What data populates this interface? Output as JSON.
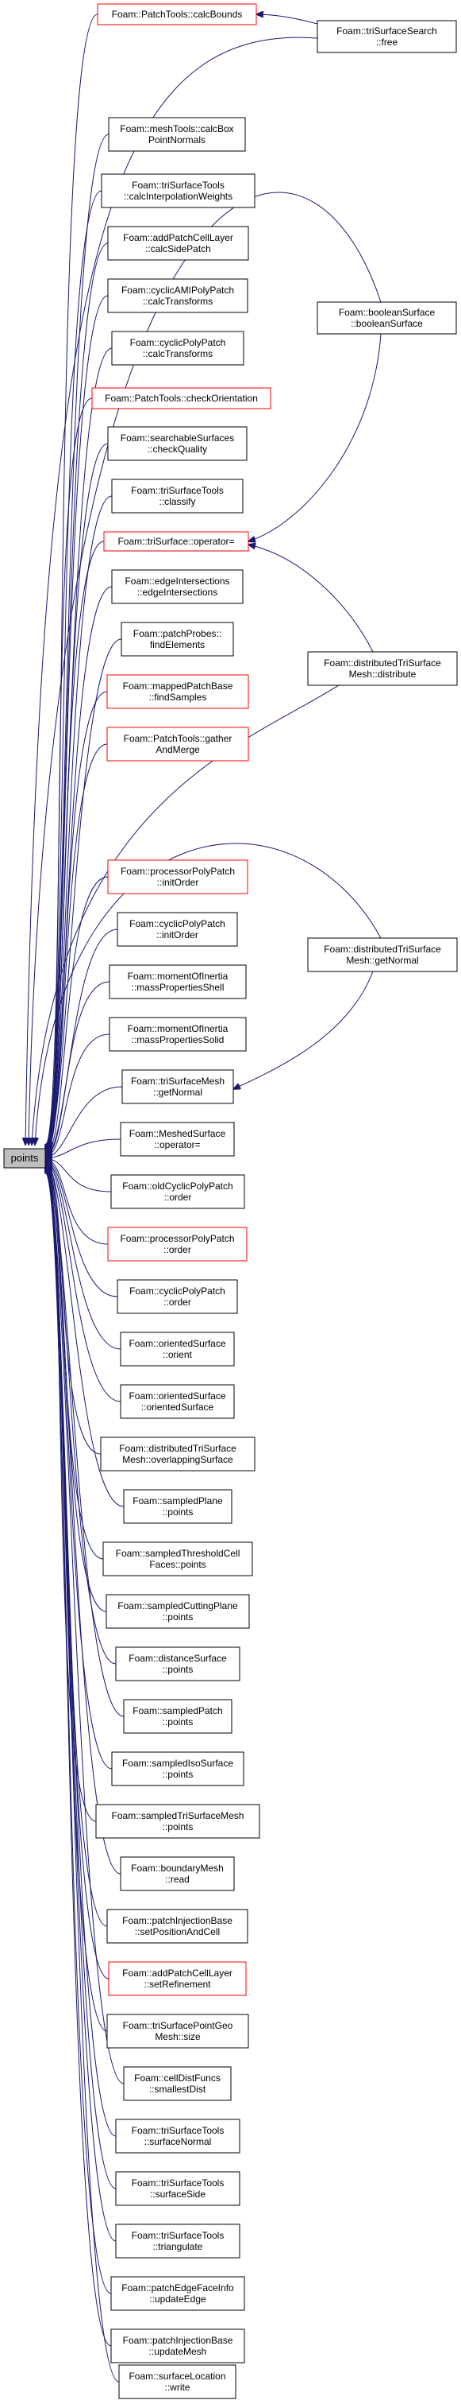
{
  "root": {
    "id": "points",
    "label": "points"
  },
  "nodes": [
    {
      "id": "n0",
      "lines": [
        "Foam::PatchTools::calcBounds"
      ],
      "red": true
    },
    {
      "id": "n1",
      "lines": [
        "Foam::triSurfaceSearch",
        "::free"
      ],
      "red": false
    },
    {
      "id": "n2",
      "lines": [
        "Foam::meshTools::calcBox",
        "PointNormals"
      ],
      "red": false
    },
    {
      "id": "n3",
      "lines": [
        "Foam::triSurfaceTools",
        "::calcInterpolationWeights"
      ],
      "red": false
    },
    {
      "id": "n4",
      "lines": [
        "Foam::addPatchCellLayer",
        "::calcSidePatch"
      ],
      "red": false
    },
    {
      "id": "n5",
      "lines": [
        "Foam::cyclicAMIPolyPatch",
        "::calcTransforms"
      ],
      "red": false
    },
    {
      "id": "n6",
      "lines": [
        "Foam::booleanSurface",
        "::booleanSurface"
      ],
      "red": false
    },
    {
      "id": "n7",
      "lines": [
        "Foam::cyclicPolyPatch",
        "::calcTransforms"
      ],
      "red": false
    },
    {
      "id": "n8",
      "lines": [
        "Foam::PatchTools::checkOrientation"
      ],
      "red": true
    },
    {
      "id": "n9",
      "lines": [
        "Foam::searchableSurfaces",
        "::checkQuality"
      ],
      "red": false
    },
    {
      "id": "n10",
      "lines": [
        "Foam::triSurfaceTools",
        "::classify"
      ],
      "red": false
    },
    {
      "id": "n11",
      "lines": [
        "Foam::triSurface::operator="
      ],
      "red": true
    },
    {
      "id": "n12",
      "lines": [
        "Foam::edgeIntersections",
        "::edgeIntersections"
      ],
      "red": false
    },
    {
      "id": "n13",
      "lines": [
        "Foam::distributedTriSurface",
        "Mesh::distribute"
      ],
      "red": false
    },
    {
      "id": "n14",
      "lines": [
        "Foam::patchProbes::",
        "findElements"
      ],
      "red": false
    },
    {
      "id": "n15",
      "lines": [
        "Foam::mappedPatchBase",
        "::findSamples"
      ],
      "red": true
    },
    {
      "id": "n16",
      "lines": [
        "Foam::PatchTools::gather",
        "AndMerge"
      ],
      "red": true
    },
    {
      "id": "n17",
      "lines": [
        "Foam::processorPolyPatch",
        "::initOrder"
      ],
      "red": true
    },
    {
      "id": "n18",
      "lines": [
        "Foam::cyclicPolyPatch",
        "::initOrder"
      ],
      "red": false
    },
    {
      "id": "n19",
      "lines": [
        "Foam::distributedTriSurface",
        "Mesh::getNormal"
      ],
      "red": false
    },
    {
      "id": "n20",
      "lines": [
        "Foam::momentOfInertia",
        "::massPropertiesShell"
      ],
      "red": false
    },
    {
      "id": "n21",
      "lines": [
        "Foam::momentOfInertia",
        "::massPropertiesSolid"
      ],
      "red": false
    },
    {
      "id": "n22",
      "lines": [
        "Foam::triSurfaceMesh",
        "::getNormal"
      ],
      "red": false
    },
    {
      "id": "n23",
      "lines": [
        "Foam::MeshedSurface",
        "::operator="
      ],
      "red": false
    },
    {
      "id": "n24",
      "lines": [
        "Foam::oldCyclicPolyPatch",
        "::order"
      ],
      "red": false
    },
    {
      "id": "n25",
      "lines": [
        "Foam::processorPolyPatch",
        "::order"
      ],
      "red": true
    },
    {
      "id": "n26",
      "lines": [
        "Foam::cyclicPolyPatch",
        "::order"
      ],
      "red": false
    },
    {
      "id": "n27",
      "lines": [
        "Foam::orientedSurface",
        "::orient"
      ],
      "red": false
    },
    {
      "id": "n28",
      "lines": [
        "Foam::orientedSurface",
        "::orientedSurface"
      ],
      "red": false
    },
    {
      "id": "n29",
      "lines": [
        "Foam::distributedTriSurface",
        "Mesh::overlappingSurface"
      ],
      "red": false
    },
    {
      "id": "n30",
      "lines": [
        "Foam::sampledPlane",
        "::points"
      ],
      "red": false
    },
    {
      "id": "n31",
      "lines": [
        "Foam::sampledThresholdCell",
        "Faces::points"
      ],
      "red": false
    },
    {
      "id": "n32",
      "lines": [
        "Foam::sampledCuttingPlane",
        "::points"
      ],
      "red": false
    },
    {
      "id": "n33",
      "lines": [
        "Foam::distanceSurface",
        "::points"
      ],
      "red": false
    },
    {
      "id": "n34",
      "lines": [
        "Foam::sampledPatch",
        "::points"
      ],
      "red": false
    },
    {
      "id": "n35",
      "lines": [
        "Foam::sampledIsoSurface",
        "::points"
      ],
      "red": false
    },
    {
      "id": "n36",
      "lines": [
        "Foam::sampledTriSurfaceMesh",
        "::points"
      ],
      "red": false
    },
    {
      "id": "n37",
      "lines": [
        "Foam::boundaryMesh",
        "::read"
      ],
      "red": false
    },
    {
      "id": "n38",
      "lines": [
        "Foam::patchInjectionBase",
        "::setPositionAndCell"
      ],
      "red": false
    },
    {
      "id": "n39",
      "lines": [
        "Foam::addPatchCellLayer",
        "::setRefinement"
      ],
      "red": true
    },
    {
      "id": "n40",
      "lines": [
        "Foam::triSurfacePointGeo",
        "Mesh::size"
      ],
      "red": false
    },
    {
      "id": "n41",
      "lines": [
        "Foam::cellDistFuncs",
        "::smallestDist"
      ],
      "red": false
    },
    {
      "id": "n42",
      "lines": [
        "Foam::triSurfaceTools",
        "::surfaceNormal"
      ],
      "red": false
    },
    {
      "id": "n43",
      "lines": [
        "Foam::triSurfaceTools",
        "::surfaceSide"
      ],
      "red": false
    },
    {
      "id": "n44",
      "lines": [
        "Foam::triSurfaceTools",
        "::triangulate"
      ],
      "red": false
    },
    {
      "id": "n45",
      "lines": [
        "Foam::patchEdgeFaceInfo",
        "::updateEdge"
      ],
      "red": false
    },
    {
      "id": "n46",
      "lines": [
        "Foam::patchInjectionBase",
        "::updateMesh"
      ],
      "red": false
    },
    {
      "id": "n47",
      "lines": [
        "Foam::surfaceLocation",
        "::write"
      ],
      "red": false
    }
  ],
  "edges": [
    [
      "n0",
      "points"
    ],
    [
      "n2",
      "points"
    ],
    [
      "n3",
      "points"
    ],
    [
      "n4",
      "points"
    ],
    [
      "n5",
      "points"
    ],
    [
      "n7",
      "points"
    ],
    [
      "n8",
      "points"
    ],
    [
      "n9",
      "points"
    ],
    [
      "n10",
      "points"
    ],
    [
      "n11",
      "points"
    ],
    [
      "n12",
      "points"
    ],
    [
      "n14",
      "points"
    ],
    [
      "n15",
      "points"
    ],
    [
      "n16",
      "points"
    ],
    [
      "n17",
      "points"
    ],
    [
      "n18",
      "points"
    ],
    [
      "n20",
      "points"
    ],
    [
      "n21",
      "points"
    ],
    [
      "n22",
      "points"
    ],
    [
      "n23",
      "points"
    ],
    [
      "n24",
      "points"
    ],
    [
      "n25",
      "points"
    ],
    [
      "n26",
      "points"
    ],
    [
      "n27",
      "points"
    ],
    [
      "n28",
      "points"
    ],
    [
      "n29",
      "points"
    ],
    [
      "n30",
      "points"
    ],
    [
      "n31",
      "points"
    ],
    [
      "n32",
      "points"
    ],
    [
      "n33",
      "points"
    ],
    [
      "n34",
      "points"
    ],
    [
      "n35",
      "points"
    ],
    [
      "n36",
      "points"
    ],
    [
      "n37",
      "points"
    ],
    [
      "n38",
      "points"
    ],
    [
      "n39",
      "points"
    ],
    [
      "n40",
      "points"
    ],
    [
      "n41",
      "points"
    ],
    [
      "n42",
      "points"
    ],
    [
      "n43",
      "points"
    ],
    [
      "n44",
      "points"
    ],
    [
      "n45",
      "points"
    ],
    [
      "n46",
      "points"
    ],
    [
      "n47",
      "points"
    ],
    [
      "n1",
      "points"
    ],
    [
      "n6",
      "points"
    ],
    [
      "n13",
      "points"
    ],
    [
      "n19",
      "points"
    ],
    [
      "n1",
      "n0"
    ],
    [
      "n6",
      "n11"
    ],
    [
      "n13",
      "n11"
    ],
    [
      "n19",
      "n22"
    ]
  ]
}
